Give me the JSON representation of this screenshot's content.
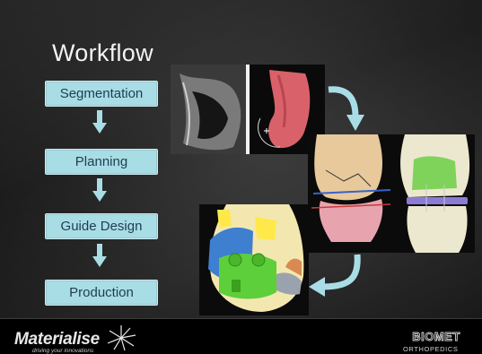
{
  "slide": {
    "title": "Workflow"
  },
  "steps": [
    {
      "label": "Segmentation"
    },
    {
      "label": "Planning"
    },
    {
      "label": "Guide Design"
    },
    {
      "label": "Production"
    }
  ],
  "footer": {
    "materialise_logo": "Materialise",
    "materialise_tagline": "driving your innovations",
    "biomet_logo": "BIOMET",
    "biomet_division": "ORTHOPEDICS"
  },
  "colors": {
    "step_fill": "#a9dde6",
    "step_text": "#1e3d4f",
    "arrow_fill": "#a9dde6",
    "background": "#262626"
  },
  "icons": [
    "down-arrow-icon",
    "curved-arrow-icon",
    "materialise-star-icon"
  ]
}
